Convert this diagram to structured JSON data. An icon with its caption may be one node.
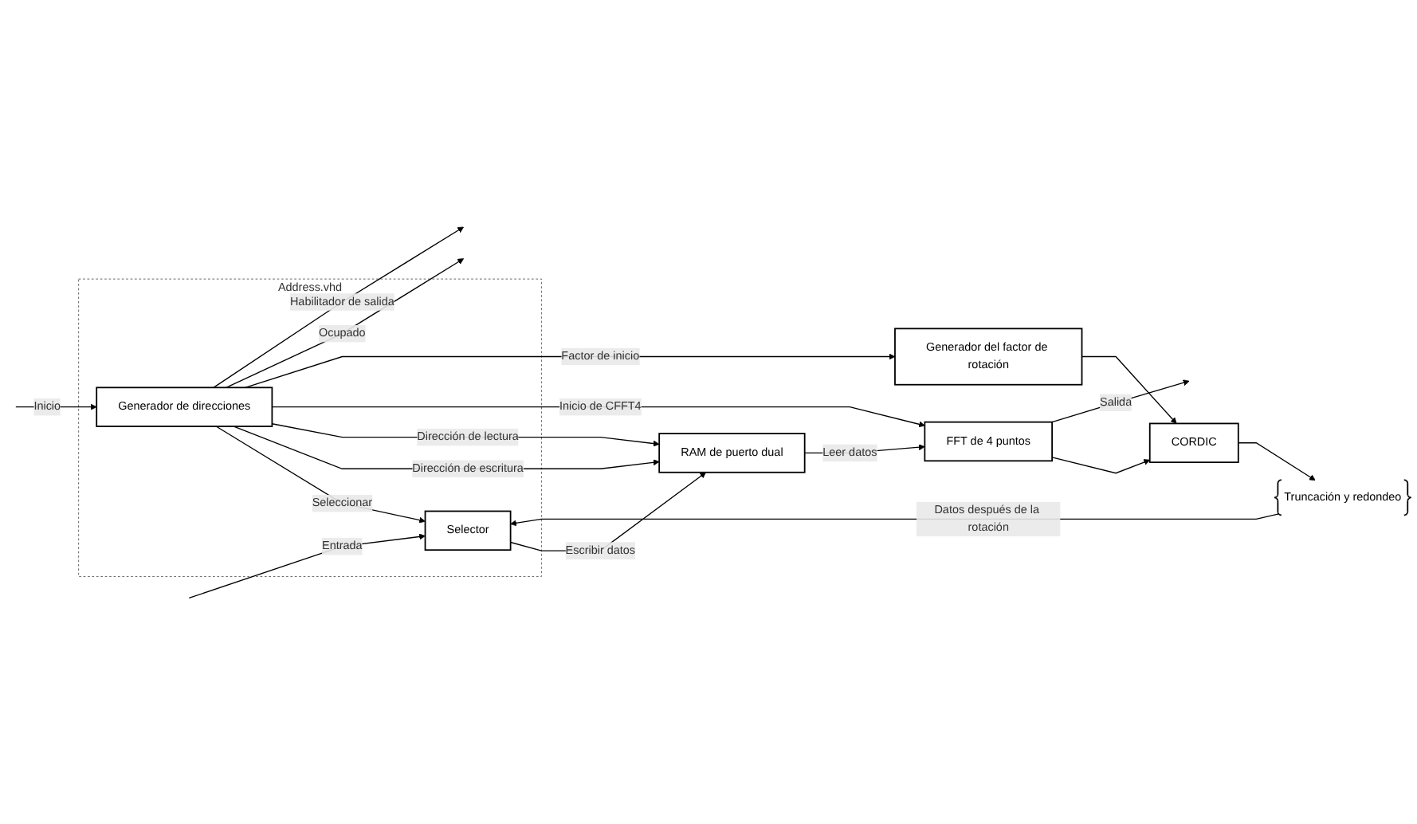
{
  "diagram": {
    "nodes": [
      {
        "text": [
          "Address.vhd"
        ]
      },
      {
        "text": [
          "Selector"
        ],
        "in": 0
      },
      {
        "text": [
          "Generador de direcciones"
        ],
        "in": 0
      },
      {
        "text": [
          "RAM de puerto dual"
        ]
      },
      {
        "text": [
          "FFT de 4 puntos"
        ]
      },
      {
        "text": [
          "CORDIC"
        ]
      },
      {
        "text": [
          "Generador del factor de rotación"
        ]
      },
      {
        "text": [
          "Truncación y redondeo"
        ]
      }
    ],
    "edges": [
      {
        "from": null,
        "to": 1,
        "arrow": "to",
        "label": "Entrada"
      },
      {
        "from": 7,
        "to": 1,
        "arrow": "to",
        "label": "Datos después de la rotación"
      },
      {
        "from": 5,
        "to": 7,
        "arrow": "to"
      },
      {
        "from": 6,
        "to": 5,
        "arrow": "to"
      },
      {
        "from": 4,
        "to": 5,
        "arrow": "to"
      },
      {
        "from": 4,
        "to": null,
        "arrow": "to",
        "label": "Salida"
      },
      {
        "from": 2,
        "to": 1,
        "arrow": "to",
        "label": "Seleccionar"
      },
      {
        "from": 1,
        "to": 3,
        "arrow": "to",
        "label": "Escribir datos"
      },
      {
        "from": 2,
        "to": 3,
        "arrow": "to",
        "label": "Dirección de escritura"
      },
      {
        "from": 2,
        "to": 3,
        "arrow": "to",
        "label": "Dirección de lectura"
      },
      {
        "from": 3,
        "to": 4,
        "arrow": "to",
        "label": "Leer datos"
      },
      {
        "from": 2,
        "to": 4,
        "arrow": "to",
        "label": "Inicio de CFFT4"
      },
      {
        "from": 2,
        "to": 6,
        "arrow": "to",
        "label": "Factor de inicio"
      },
      {
        "from": null,
        "to": 2,
        "arrow": "to",
        "label": "Inicio"
      },
      {
        "from": 2,
        "to": null,
        "arrow": "to",
        "label": "Ocupado"
      },
      {
        "from": 2,
        "to": null,
        "arrow": "to",
        "label": "Habilitador de salida"
      }
    ]
  }
}
